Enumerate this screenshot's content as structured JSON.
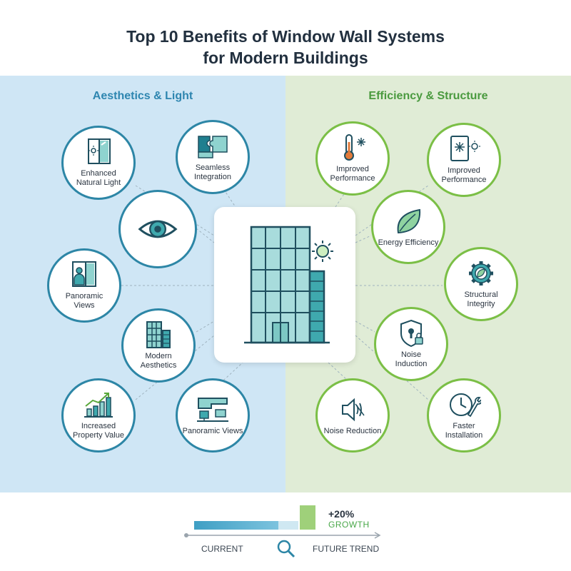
{
  "title": {
    "line1": "Top 10 Benefits of Window Wall Systems",
    "line2": "for Modern Buildings"
  },
  "sections": {
    "left": "Aesthetics & Light",
    "right": "Efficiency & Structure"
  },
  "left_nodes": [
    {
      "label_1": "Enhanced",
      "label_2": "Natural Light",
      "icon": "window-sun-icon"
    },
    {
      "label_1": "Seamless",
      "label_2": "Integration",
      "icon": "puzzle-icon"
    },
    {
      "label_1": "",
      "label_2": "",
      "icon": "eye-icon"
    },
    {
      "label_1": "Panoramic",
      "label_2": "Views",
      "icon": "person-window-icon"
    },
    {
      "label_1": "Modern",
      "label_2": "Aesthetics",
      "icon": "buildings-icon"
    },
    {
      "label_1": "Increased",
      "label_2": "Property Value",
      "icon": "growth-chart-icon"
    },
    {
      "label_1": "Panoramic Views",
      "label_2": "",
      "icon": "window-panels-icon"
    }
  ],
  "right_nodes": [
    {
      "label_1": "Improved",
      "label_2": "Performance",
      "icon": "thermometer-snow-icon"
    },
    {
      "label_1": "Improved",
      "label_2": "Performance",
      "icon": "panel-snow-sun-icon"
    },
    {
      "label_1": "Energy Efficiency",
      "label_2": "",
      "icon": "leaf-icon"
    },
    {
      "label_1": "Structural",
      "label_2": "Integrity",
      "icon": "gear-leaf-icon"
    },
    {
      "label_1": "Noise",
      "label_2": "Induction",
      "icon": "shield-lock-icon"
    },
    {
      "label_1": "Noise Reduction",
      "label_2": "",
      "icon": "speaker-icon"
    },
    {
      "label_1": "Faster",
      "label_2": "Installation",
      "icon": "clock-wrench-icon"
    }
  ],
  "center": {
    "icon": "building-sun-icon"
  },
  "footer": {
    "current_label": "CURRENT",
    "future_label": "FUTURE TREND",
    "growth_value": "+20%",
    "growth_label": "GROWTH",
    "icon": "magnifier-icon"
  },
  "colors": {
    "blue_accent": "#2d86a6",
    "green_accent": "#7bbf46",
    "left_bg": "#cfe6f5",
    "right_bg": "#e0ecd6"
  }
}
